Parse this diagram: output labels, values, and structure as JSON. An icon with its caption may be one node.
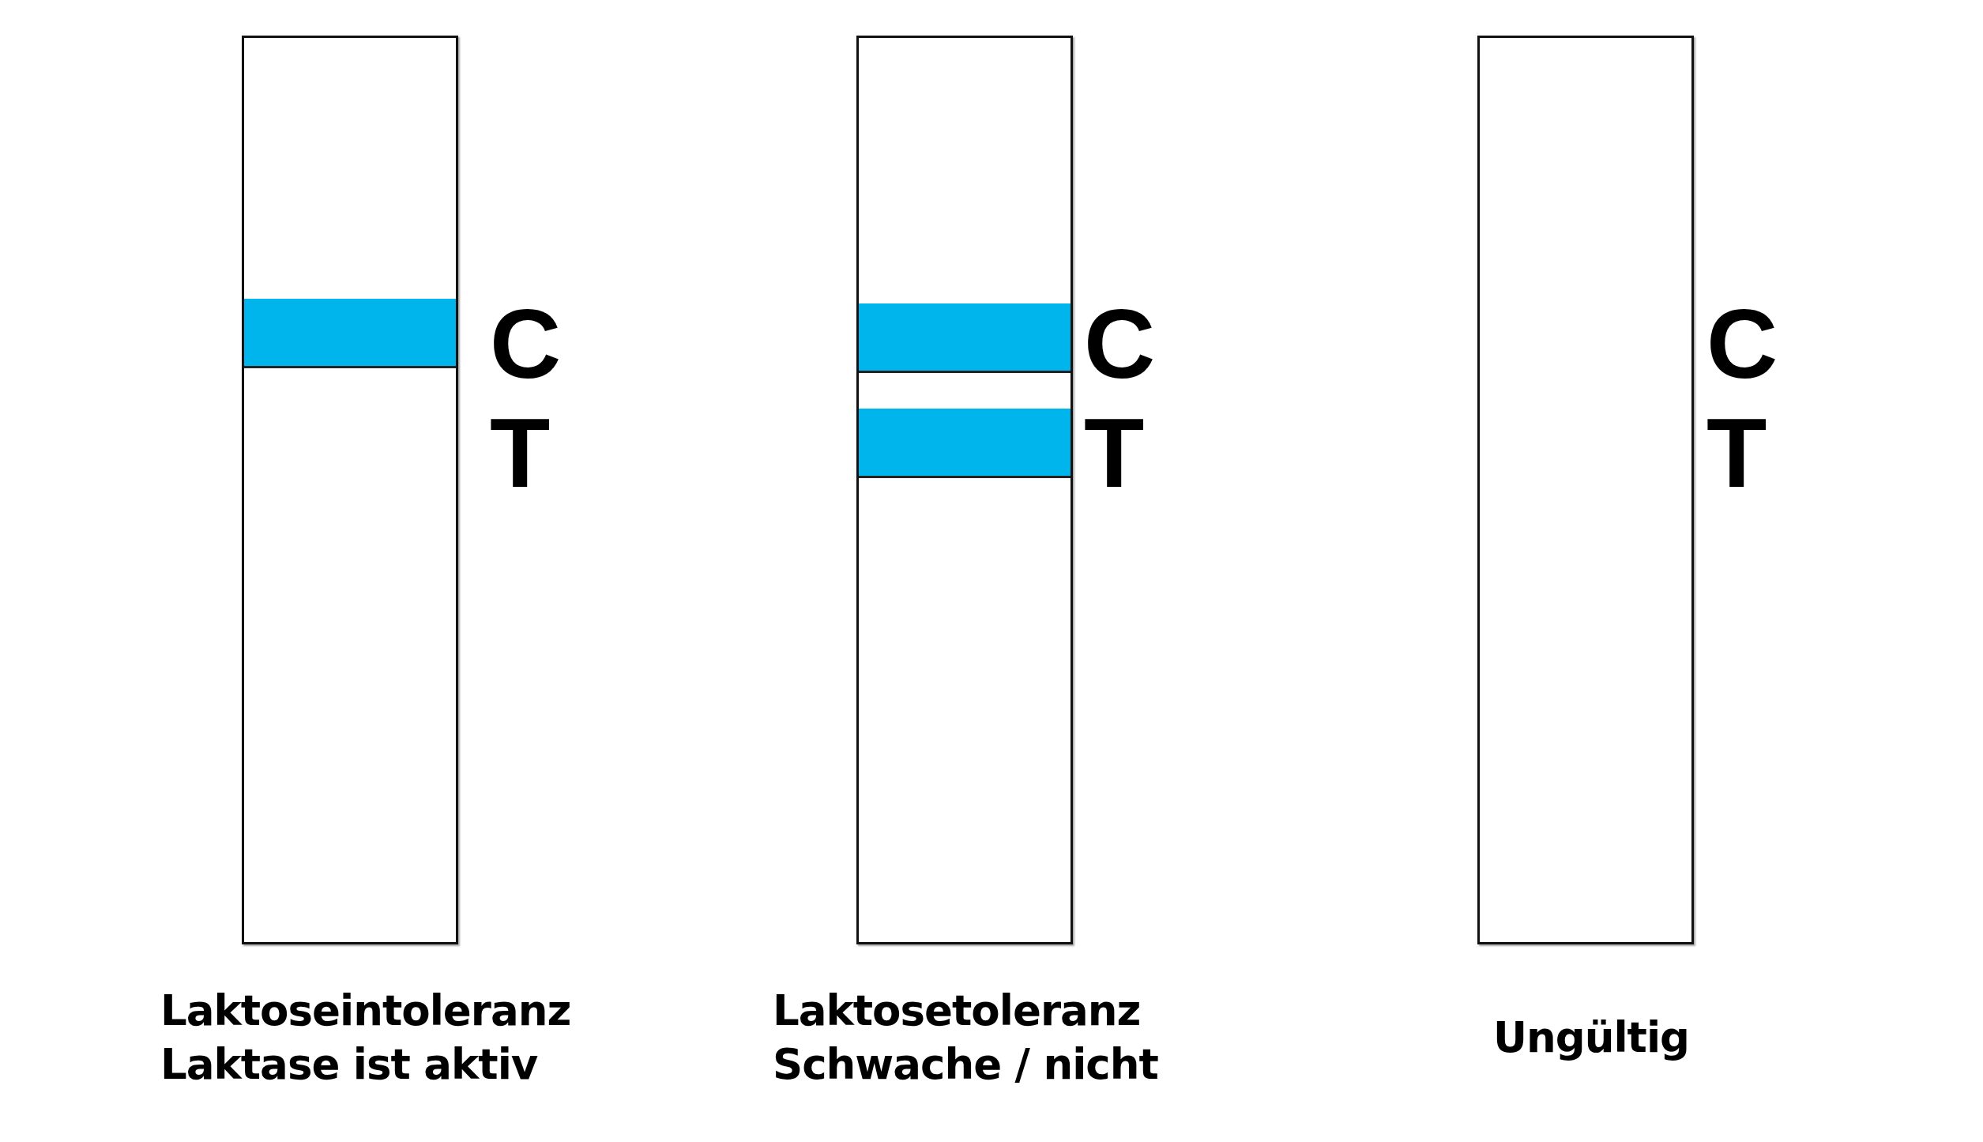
{
  "diagram": {
    "nodes": [
      {
        "text": [],
        "shape": "bar",
        "beside": [
          "C",
          "T",
          "Laktoseintoleranz",
          "Laktase ist aktiv"
        ]
      },
      {
        "text": [],
        "shape": "bar",
        "in": 0
      },
      {
        "text": [],
        "shape": "bar",
        "beside": [
          "C",
          "T",
          "Laktosetoleranz",
          "Schwache / nicht"
        ]
      },
      {
        "text": [],
        "shape": "bar",
        "in": 2
      },
      {
        "text": [],
        "shape": "bar",
        "in": 2
      },
      {
        "text": [],
        "shape": "bar",
        "beside": [
          "C",
          "T",
          "Ungültig"
        ]
      }
    ]
  }
}
